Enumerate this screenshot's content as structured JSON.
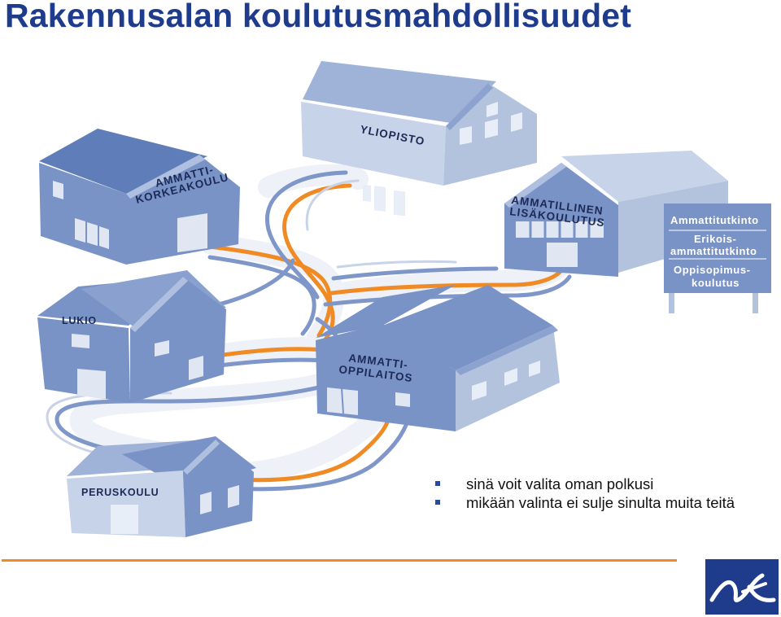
{
  "title": "Rakennusalan koulutusmahdollisuudet",
  "buildings": {
    "yliopisto": "YLIOPISTO",
    "amk_line1": "AMMATTI-",
    "amk_line2": "KORKEAKOULU",
    "lisakoulutus_line1": "AMMATILLINEN",
    "lisakoulutus_line2": "LISÄKOULUTUS",
    "lukio": "LUKIO",
    "oppilaitos_line1": "AMMATTI-",
    "oppilaitos_line2": "OPPILAITOS",
    "peruskoulu": "PERUSKOULU"
  },
  "sign": {
    "item1": "Ammattitutkinto",
    "item2_line1": "Erikois-",
    "item2_line2": "ammattitutkinto",
    "item3_line1": "Oppisopimus-",
    "item3_line2": "koulutus"
  },
  "bullets": [
    "sinä voit valita oman polkusi",
    "mikään valinta ei sulje sinulta muita teitä"
  ],
  "colors": {
    "title": "#1f3b8c",
    "path_orange": "#f08a24",
    "path_blue": "#7f96c8",
    "building_dark": "#7a93c7",
    "building_light": "#b3c3de",
    "logo": "#1f3b8c"
  },
  "logo_icon": "organization-logo"
}
